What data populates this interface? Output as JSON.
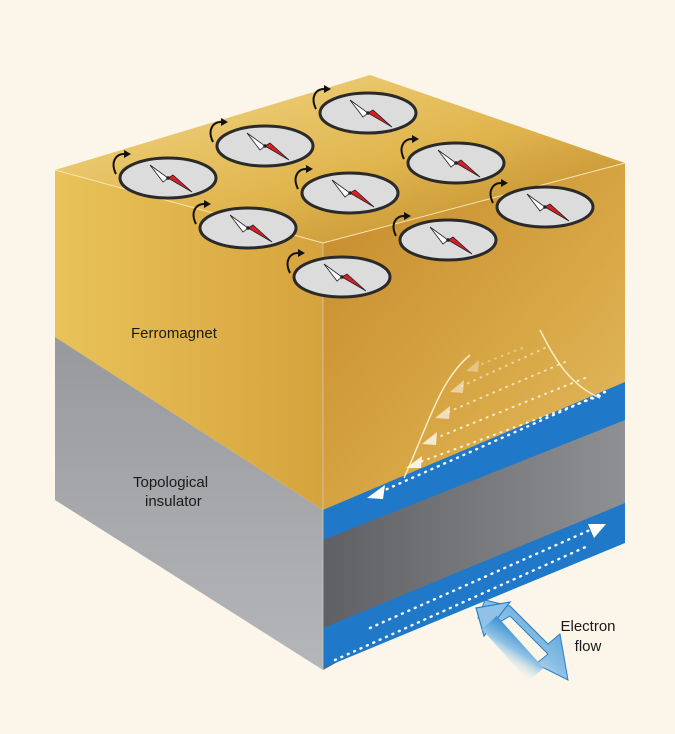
{
  "labels": {
    "ferromagnet": "Ferromagnet",
    "topological_line1": "Topological",
    "topological_line2": "insulator",
    "electron_line1": "Electron",
    "electron_line2": "flow"
  },
  "colors": {
    "background": "#fbf6e9",
    "ferromagnet_gold": "#d9a73c",
    "insulator_gray": "#8a8c8f",
    "edge_current_blue": "#1f78c8",
    "compass_needle_red": "#d81f26"
  },
  "icons": [
    "compass-icon",
    "rotation-arrow-icon",
    "electron-flow-arrow-icon"
  ]
}
